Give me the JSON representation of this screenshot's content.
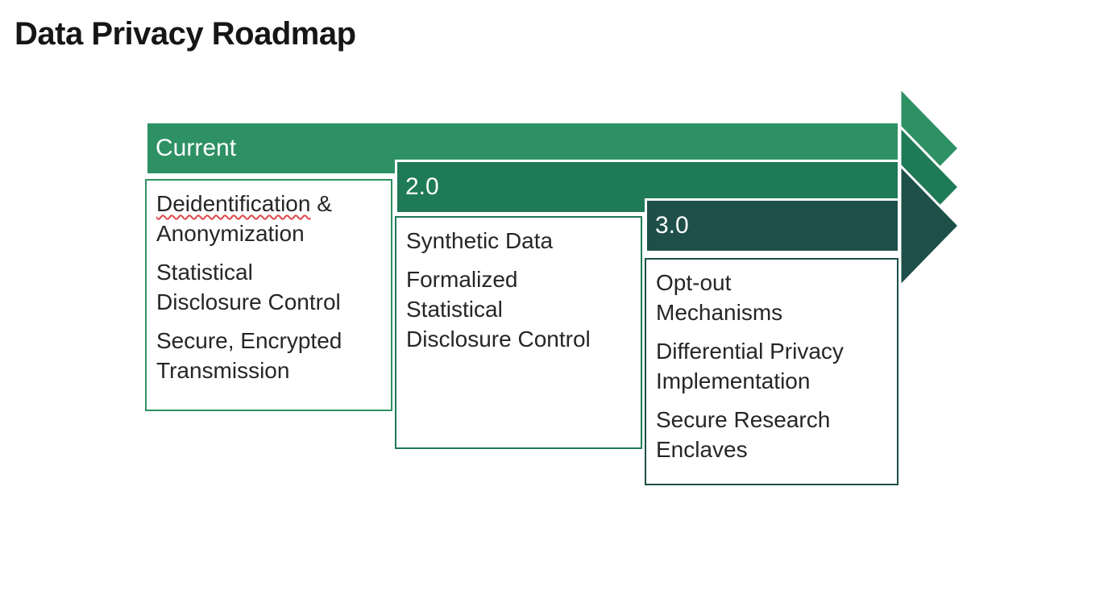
{
  "title": "Data Privacy Roadmap",
  "colors": {
    "background": "#ffffff",
    "title_text": "#161616",
    "body_text": "#262626",
    "banner_text": "#ffffff",
    "spellcheck_underline": "#E0474C"
  },
  "stages": [
    {
      "label": "Current",
      "banner_color": "#2E9164",
      "border_color": "#2E9164",
      "items": [
        {
          "flagged_word": "Deidentification",
          "rest": " &\nAnonymization"
        },
        "Statistical\nDisclosure Control",
        "Secure, Encrypted\nTransmission"
      ]
    },
    {
      "label": "2.0",
      "banner_color": "#1F7A58",
      "border_color": "#1F7A58",
      "items": [
        "Synthetic Data",
        "Formalized\nStatistical\nDisclosure Control"
      ]
    },
    {
      "label": "3.0",
      "banner_color": "#1E4F48",
      "border_color": "#1E4F48",
      "items": [
        "Opt-out\nMechanisms",
        "Differential Privacy\nImplementation",
        "Secure Research\nEnclaves"
      ]
    }
  ]
}
